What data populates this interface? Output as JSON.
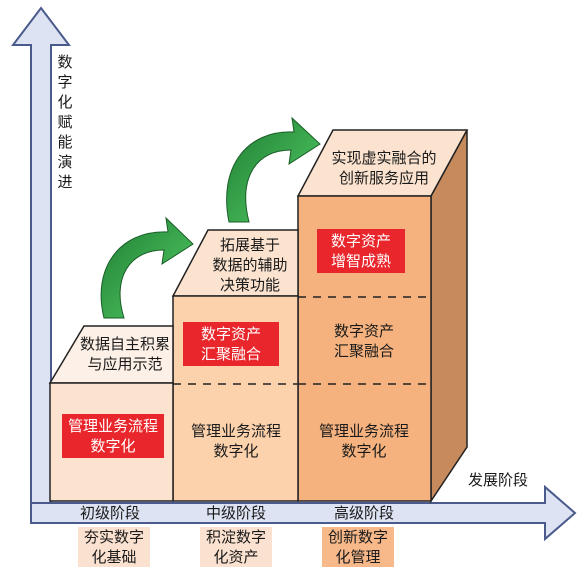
{
  "axes": {
    "y_label": [
      "数",
      "字",
      "化",
      "赋",
      "能",
      "演",
      "进"
    ],
    "x_label": "发展阶段"
  },
  "stages": [
    {
      "name": "初级阶段",
      "top_text": [
        "数据自主积累",
        "与应用示范"
      ],
      "front_lines": [
        [
          "管理业务流程",
          "数字化"
        ]
      ],
      "subtitle": [
        "夯实数字",
        "化基础"
      ]
    },
    {
      "name": "中级阶段",
      "top_text": [
        "拓展基于",
        "数据的辅助",
        "决策功能"
      ],
      "front_lines": [
        [
          "数字资产",
          "汇聚融合"
        ],
        [
          "管理业务流程",
          "数字化"
        ]
      ],
      "subtitle": [
        "积淀数字",
        "化资产"
      ]
    },
    {
      "name": "高级阶段",
      "top_text": [
        "实现虚实融合的",
        "创新服务应用"
      ],
      "front_lines": [
        [
          "数字资产",
          "增智成熟"
        ],
        [
          "数字资产",
          "汇聚融合"
        ],
        [
          "管理业务流程",
          "数字化"
        ]
      ],
      "subtitle": [
        "创新数字",
        "化管理"
      ]
    }
  ],
  "colors": {
    "axis_fill": "#dde3f2",
    "axis_stroke": "#4a5a8c",
    "block_light": "#fbe3cf",
    "block_mid": "#fcd2ad",
    "block_dark": "#f5b27e",
    "side_face": "#c68a5c",
    "highlight_red": "#e8262b",
    "arrow_green": "#2e9a44",
    "subtitle_fill": "#fbe1cf"
  }
}
